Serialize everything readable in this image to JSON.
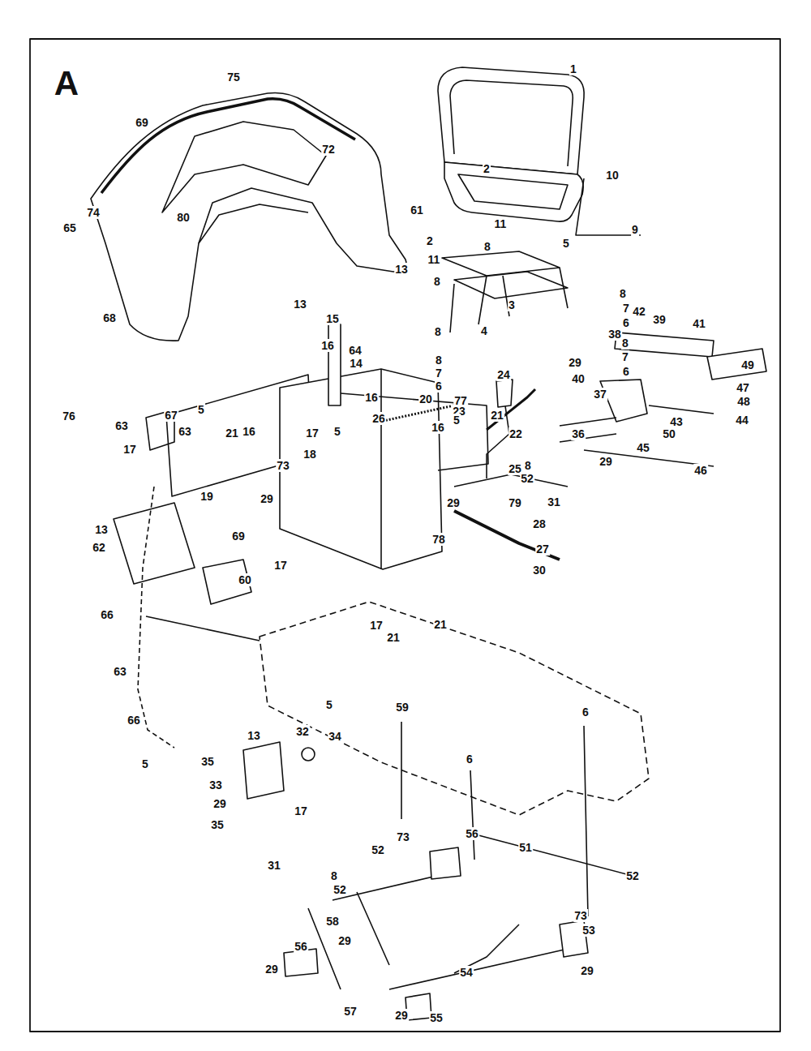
{
  "diagram": {
    "labels": [
      "A",
      "75",
      "1",
      "69",
      "72",
      "2",
      "10",
      "61",
      "74",
      "80",
      "11",
      "65",
      "9",
      "2",
      "8",
      "5",
      "11",
      "13",
      "8",
      "8",
      "13",
      "3",
      "7",
      "42",
      "68",
      "15",
      "39",
      "6",
      "38",
      "41",
      "4",
      "8",
      "8",
      "16",
      "64",
      "7",
      "8",
      "14",
      "29",
      "49",
      "6",
      "7",
      "24",
      "40",
      "6",
      "47",
      "37",
      "16",
      "20",
      "77",
      "48",
      "5",
      "23",
      "21",
      "67",
      "76",
      "26",
      "5",
      "44",
      "43",
      "63",
      "16",
      "63",
      "5",
      "17",
      "16",
      "21",
      "36",
      "22",
      "50",
      "45",
      "17",
      "18",
      "29",
      "73",
      "8",
      "25",
      "46",
      "52",
      "19",
      "29",
      "29",
      "79",
      "31",
      "28",
      "13",
      "69",
      "78",
      "62",
      "27",
      "17",
      "30",
      "60",
      "66",
      "21",
      "17",
      "21",
      "63",
      "59",
      "5",
      "6",
      "66",
      "13",
      "32",
      "34",
      "6",
      "35",
      "5",
      "33",
      "29",
      "17",
      "35",
      "56",
      "73",
      "51",
      "52",
      "31",
      "8",
      "52",
      "52",
      "73",
      "58",
      "53",
      "29",
      "56",
      "29",
      "29",
      "54",
      "57",
      "29",
      "55"
    ]
  }
}
